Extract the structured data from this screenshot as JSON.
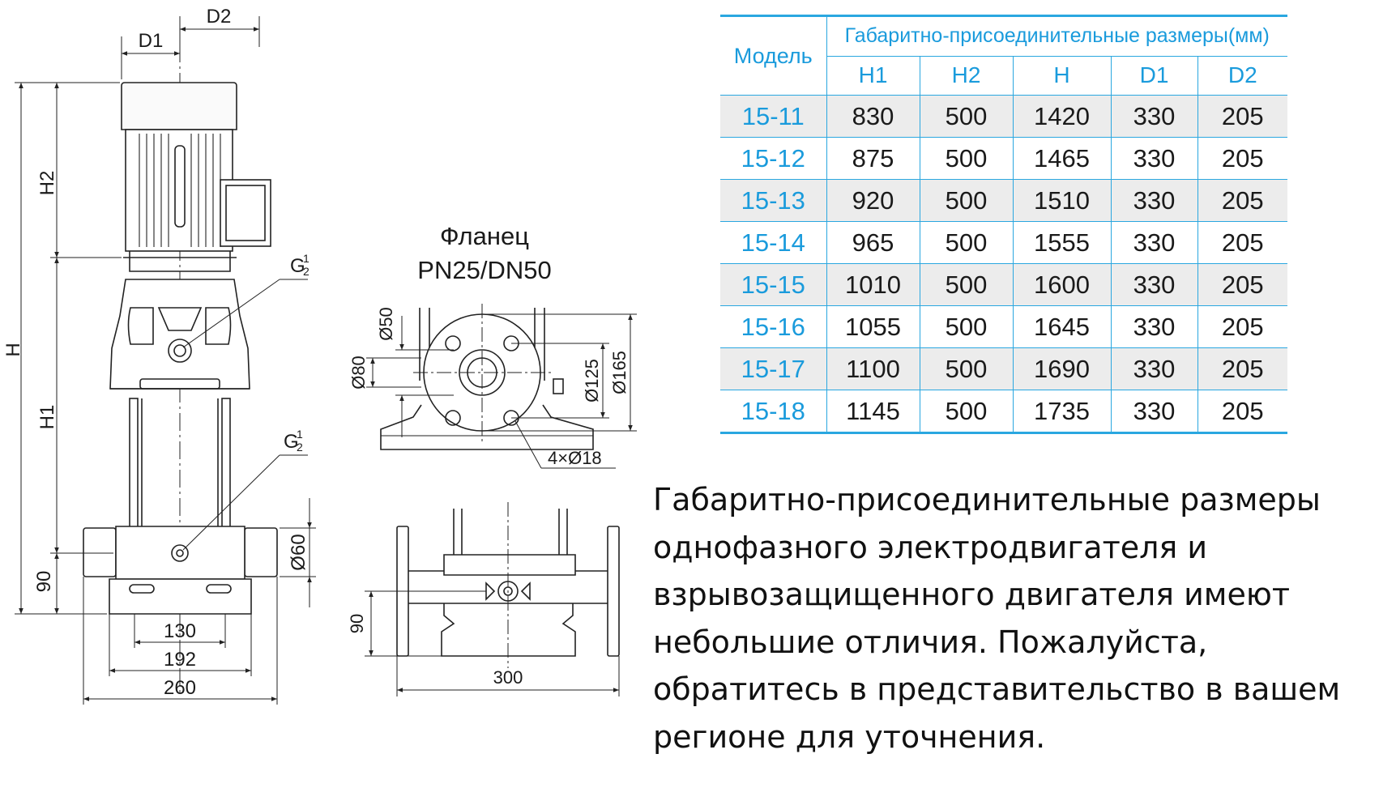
{
  "drawing": {
    "dims": {
      "D1": "D1",
      "D2": "D2",
      "H": "H",
      "H1": "H1",
      "H2": "H2",
      "d90_left": "90",
      "d90_bottom": "90",
      "d130": "130",
      "d192": "192",
      "d260": "260",
      "d300": "300",
      "dia60": "Ø60",
      "dia50": "Ø50",
      "dia80": "Ø80",
      "dia125": "Ø125",
      "dia165": "Ø165",
      "holes": "4×Ø18",
      "G": "G",
      "G_num": "1",
      "G_den": "2"
    },
    "flange_title_line1": "Фланец",
    "flange_title_line2": "PN25/DN50"
  },
  "table": {
    "model_header": "Модель",
    "group_header": "Габаритно-присоединительные размеры(мм)",
    "columns": [
      "H1",
      "H2",
      "H",
      "D1",
      "D2"
    ],
    "rows": [
      {
        "model": "15-11",
        "H1": "830",
        "H2": "500",
        "H": "1420",
        "D1": "330",
        "D2": "205"
      },
      {
        "model": "15-12",
        "H1": "875",
        "H2": "500",
        "H": "1465",
        "D1": "330",
        "D2": "205"
      },
      {
        "model": "15-13",
        "H1": "920",
        "H2": "500",
        "H": "1510",
        "D1": "330",
        "D2": "205"
      },
      {
        "model": "15-14",
        "H1": "965",
        "H2": "500",
        "H": "1555",
        "D1": "330",
        "D2": "205"
      },
      {
        "model": "15-15",
        "H1": "1010",
        "H2": "500",
        "H": "1600",
        "D1": "330",
        "D2": "205"
      },
      {
        "model": "15-16",
        "H1": "1055",
        "H2": "500",
        "H": "1645",
        "D1": "330",
        "D2": "205"
      },
      {
        "model": "15-17",
        "H1": "1100",
        "H2": "500",
        "H": "1690",
        "D1": "330",
        "D2": "205"
      },
      {
        "model": "15-18",
        "H1": "1145",
        "H2": "500",
        "H": "1735",
        "D1": "330",
        "D2": "205"
      }
    ]
  },
  "note": {
    "lines": [
      "Габаритно-присоединительные размеры",
      "однофазного электродвигателя и",
      "взрывозащищенного двигателя имеют",
      "небольшие отличия. Пожалуйста,",
      "обратитесь в представительство в вашем",
      "регионе для уточнения."
    ]
  },
  "colors": {
    "accent": "#2aa7e0",
    "model_text": "#1a9bdc",
    "stripe": "#ececec",
    "line": "#222222"
  }
}
